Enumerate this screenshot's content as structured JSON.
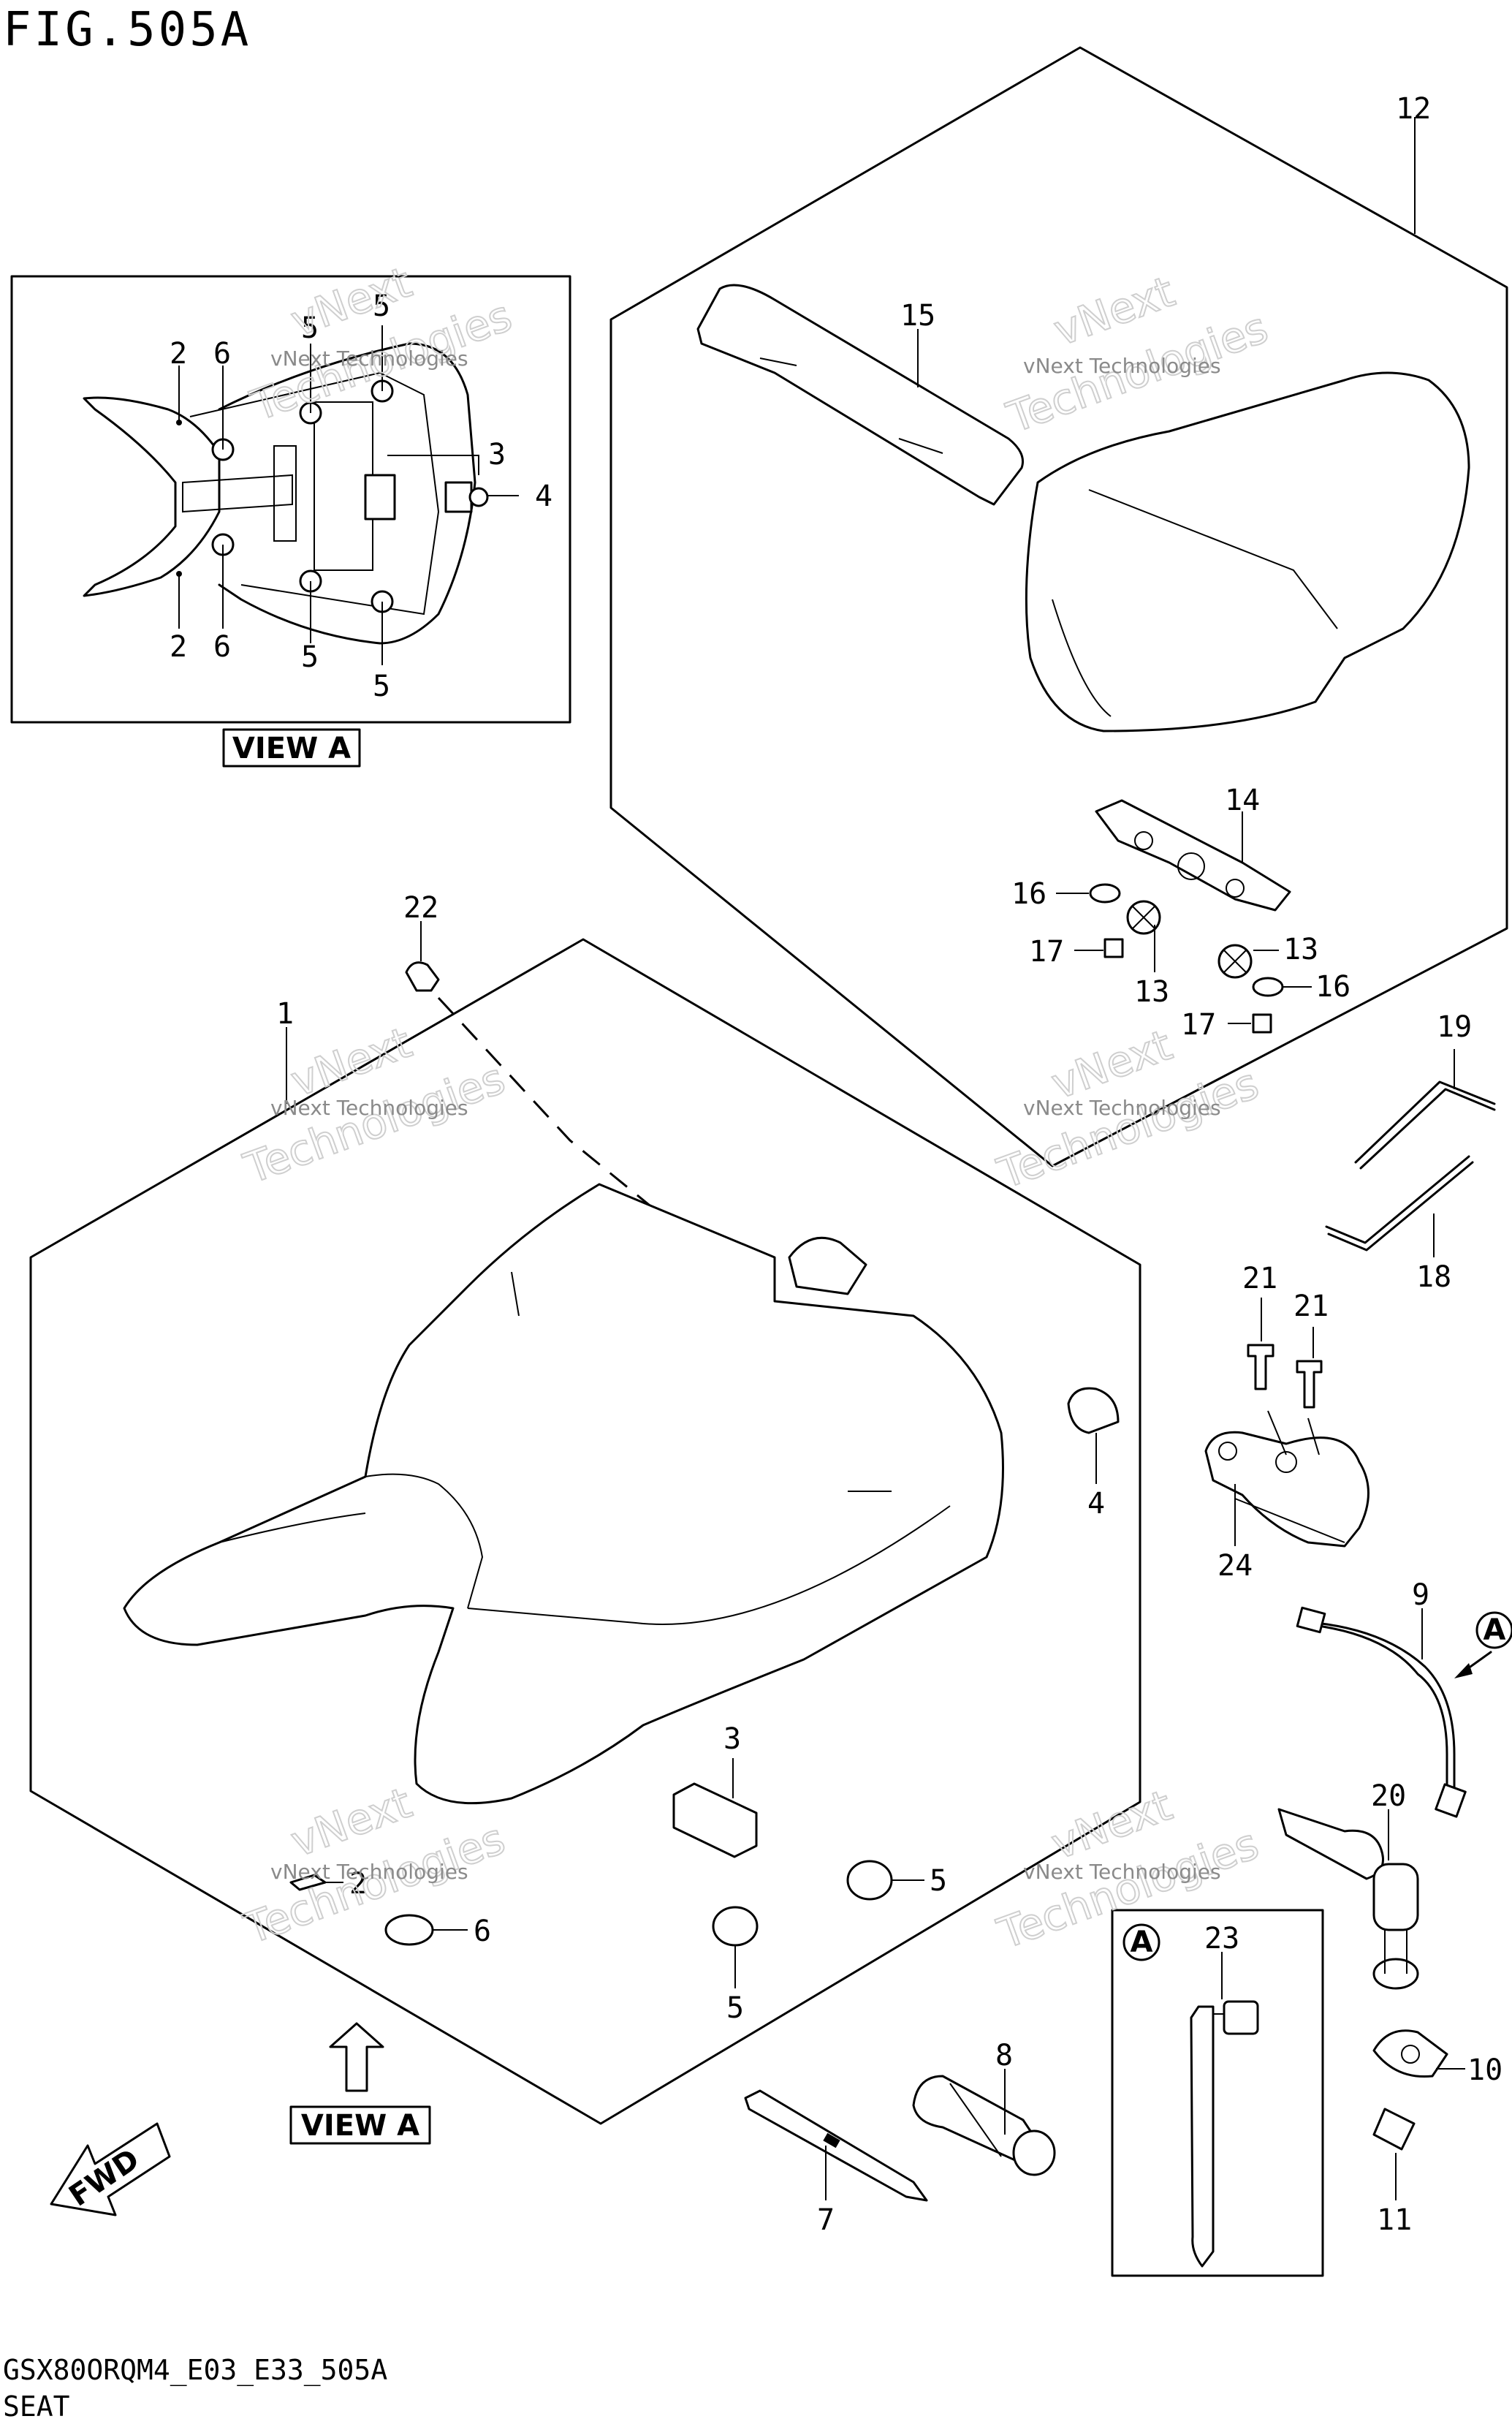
{
  "title": "FIG.505A",
  "footer": {
    "code": "GSX80ORQM4_E03_E33_505A",
    "name": "SEAT"
  },
  "view_a_label": "VIEW A",
  "fwd_label": "FWD",
  "ref_marker": "A",
  "watermark": {
    "line1": "vNext",
    "line2": "Technologies",
    "small": "vNext Technologies"
  },
  "callouts": {
    "p1": "1",
    "p2a": "2",
    "p2b": "2",
    "p2c": "2",
    "p3a": "3",
    "p3b": "3",
    "p4a": "4",
    "p4b": "4",
    "p5a": "5",
    "p5b": "5",
    "p5c": "5",
    "p5d": "5",
    "p5e": "5",
    "p5f": "5",
    "p6a": "6",
    "p6b": "6",
    "p6c": "6",
    "p7": "7",
    "p8": "8",
    "p9": "9",
    "p10": "10",
    "p11": "11",
    "p12": "12",
    "p13a": "13",
    "p13b": "13",
    "p14": "14",
    "p15": "15",
    "p16a": "16",
    "p16b": "16",
    "p17a": "17",
    "p17b": "17",
    "p18": "18",
    "p19": "19",
    "p20": "20",
    "p21a": "21",
    "p21b": "21",
    "p22": "22",
    "p23": "23",
    "p24": "24"
  }
}
